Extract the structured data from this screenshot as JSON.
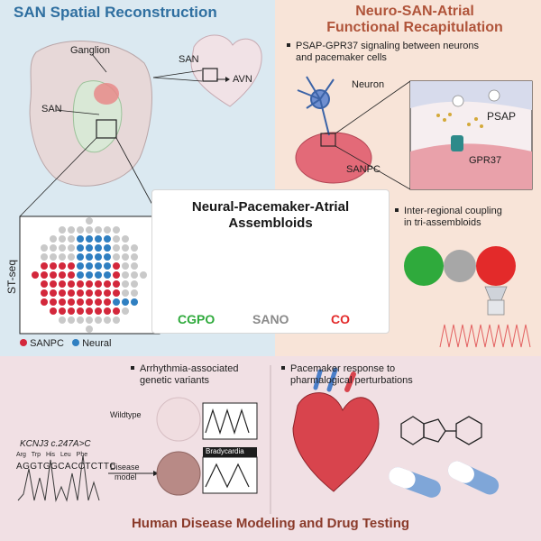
{
  "top_left": {
    "title": "SAN Spatial Reconstruction",
    "labels": {
      "ganglion": "Ganglion",
      "san_heart": "SAN",
      "avn": "AVN",
      "san_tissue": "SAN",
      "st_seq": "ST-seq"
    },
    "legend": [
      {
        "label": "SANPC",
        "color": "#d3273b"
      },
      {
        "label": "Neural",
        "color": "#2f7fc1"
      }
    ]
  },
  "top_right": {
    "title_line1": "Neuro-SAN-Atrial",
    "title_line2": "Functional Recapitulation",
    "bullet1_line1": "PSAP-GPR37 signaling between neurons",
    "bullet1_line2": "and pacemaker cells",
    "neuron": "Neuron",
    "sanpc": "SANPC",
    "psap": "PSAP",
    "gpr37": "GPR37",
    "bullet2_line1": "Inter-regional coupling",
    "bullet2_line2": "in tri-assembloids"
  },
  "center": {
    "title_line1": "Neural-Pacemaker-Atrial",
    "title_line2": "Assembloids",
    "organoids": [
      {
        "label": "CGPO",
        "color": "#2faa3c"
      },
      {
        "label": "SANO",
        "color": "#8a8a8a"
      },
      {
        "label": "CO",
        "color": "#e32a2a"
      }
    ]
  },
  "bottom": {
    "title": "Human Disease Modeling and Drug Testing",
    "bullet_left_line1": "Arrhythmia-associated",
    "bullet_left_line2": "genetic variants",
    "wildtype": "Wildtype",
    "disease_line1": "Disease",
    "disease_line2": "model",
    "bradycardia": "Bradycardia",
    "variant": "KCNJ3 c.247A>C",
    "amino_acids": [
      "Arg",
      "Trp",
      "His",
      "Leu",
      "Phe"
    ],
    "sequence": "AGGTGGCACCTCTTC",
    "bullet_right_line1": "Pacemaker response to",
    "bullet_right_line2": "pharmalogical perturbations"
  },
  "colors": {
    "sanpc": "#d3273b",
    "neural": "#2f7fc1",
    "green": "#2faa3c",
    "gray": "#8a8a8a",
    "red": "#e32a2a"
  }
}
